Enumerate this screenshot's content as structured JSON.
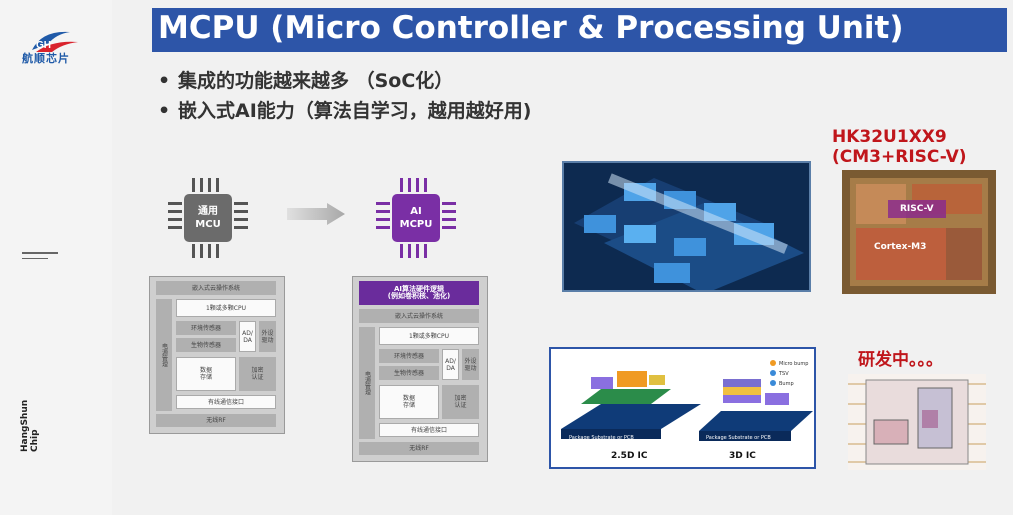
{
  "logo": {
    "text": "航顺芯片"
  },
  "sidebar": {
    "vertical_text": [
      "HangShun",
      "Chip"
    ]
  },
  "title": "MCPU (Micro Controller & Processing Unit)",
  "bullets": [
    "集成的功能越来越多 （SoC化）",
    "嵌入式AI能力（算法自学习，越用越好用)"
  ],
  "chips": {
    "left": {
      "line1": "通用",
      "line2": "MCU",
      "color": "#6b6b6b"
    },
    "right": {
      "line1": "AI",
      "line2": "MCPU",
      "color": "#7a2fa5"
    }
  },
  "left_block": {
    "os": "嵌入式云操作系统",
    "cpu": "1颗或多颗CPU",
    "sensor_env": "环境传感器",
    "sensor_bio": "生物传感器",
    "adda": "AD/\nDA",
    "ext": "外设\n驱动",
    "storage": "数据\n存储",
    "encrypt": "加密\n认证",
    "wired": "有线通信接口",
    "rf": "无线RF",
    "power": "电源管理"
  },
  "right_block": {
    "ai": "AI算法硬件逻辑\n(例如卷积核、池化)",
    "os": "嵌入式云操作系统",
    "cpu": "1颗或多颗CPU",
    "sensor_env": "环境传感器",
    "sensor_bio": "生物传感器",
    "adda": "AD/\nDA",
    "ext": "外设\n驱动",
    "storage": "数据\n存储",
    "encrypt": "加密\n认证",
    "wired": "有线通信接口",
    "rf": "无线RF",
    "power": "电源管理"
  },
  "die": {
    "label_line1": "HK32U1XX9",
    "label_line2": "(CM3+RISC-V)",
    "riscv": "RISC-V",
    "cortex": "Cortex-M3"
  },
  "ic_image": {
    "label_25d": "2.5D IC",
    "label_3d": "3D IC",
    "substrate": "Package Substrate or PCB",
    "legend": [
      "Micro bump",
      "TSV",
      "Bump"
    ]
  },
  "rnd": {
    "label": "研发中。。。"
  },
  "colors": {
    "title_bar": "#2d55a8",
    "accent_red": "#c0161b",
    "ai_purple": "#7a2fa5"
  }
}
